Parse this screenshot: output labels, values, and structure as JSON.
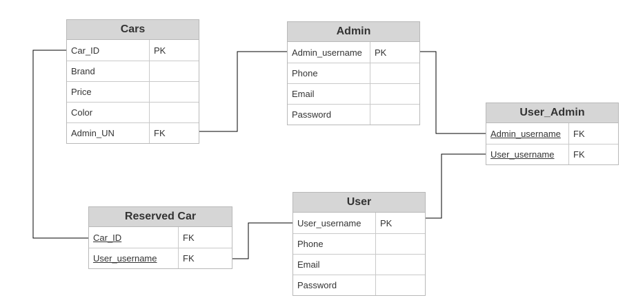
{
  "entities": {
    "cars": {
      "title": "Cars",
      "rows": [
        {
          "name": "Car_ID",
          "key": "PK"
        },
        {
          "name": "Brand",
          "key": ""
        },
        {
          "name": "Price",
          "key": ""
        },
        {
          "name": "Color",
          "key": ""
        },
        {
          "name": "Admin_UN",
          "key": "FK"
        }
      ]
    },
    "admin": {
      "title": "Admin",
      "rows": [
        {
          "name": "Admin_username",
          "key": "PK"
        },
        {
          "name": "Phone",
          "key": ""
        },
        {
          "name": "Email",
          "key": ""
        },
        {
          "name": "Password",
          "key": ""
        }
      ]
    },
    "user_admin": {
      "title": "User_Admin",
      "rows": [
        {
          "name": "Admin_username",
          "key": "FK"
        },
        {
          "name": "User_username",
          "key": "FK"
        }
      ]
    },
    "reserved_car": {
      "title": "Reserved Car",
      "rows": [
        {
          "name": "Car_ID",
          "key": "FK"
        },
        {
          "name": "User_username",
          "key": "FK"
        }
      ]
    },
    "user": {
      "title": "User",
      "rows": [
        {
          "name": "User_username",
          "key": "PK"
        },
        {
          "name": "Phone",
          "key": ""
        },
        {
          "name": "Email",
          "key": ""
        },
        {
          "name": "Password",
          "key": ""
        }
      ]
    }
  },
  "colors": {
    "header_fill": "#d6d6d6",
    "border": "#b8b8b8",
    "connector": "#000000"
  }
}
